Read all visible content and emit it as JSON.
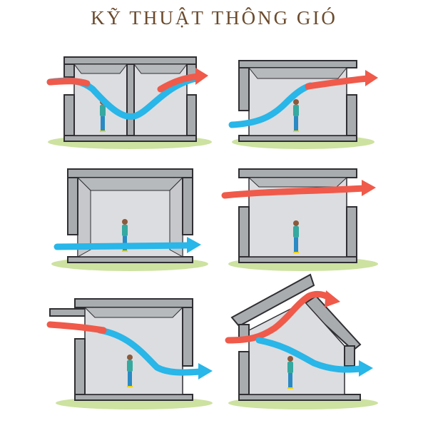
{
  "title": "KỸ THUẬT THÔNG GIÓ",
  "colors": {
    "warm_air": "#ef5a4a",
    "cool_air": "#29b6e8",
    "wall_fill": "#a9acaf",
    "room_interior": "#dcdde0",
    "ceiling_shade": "#b7babd",
    "outline": "#2f2f33",
    "ground": "#cde2a0",
    "title_text": "#6b4a2c"
  },
  "panels": [
    {
      "id": 1,
      "layout": "two rooms with center partition, openings on both sides",
      "airflow": "warm air enters high left, dips cool through both rooms, exits warm high right"
    },
    {
      "id": 2,
      "layout": "single room, low opening left, high opening right",
      "airflow": "cool air enters low left, rises and exits warm high right"
    },
    {
      "id": 3,
      "layout": "single room, low openings on both sides",
      "airflow": "cool air crosses the room horizontally at low level"
    },
    {
      "id": 4,
      "layout": "single room, high openings on both sides",
      "airflow": "warm air crosses the room horizontally at high level"
    },
    {
      "id": 5,
      "layout": "single room with high inlet and canopy on left, low outlet right",
      "airflow": "warm air enters high left, descends and exits cool low right"
    },
    {
      "id": 6,
      "layout": "gable-roof room with ridge vent",
      "airflow": "air enters left, splits: warm air exits through roof vent, cool air exits low right"
    }
  ],
  "icons": [
    "person-figure-icon",
    "airflow-arrow-icon"
  ]
}
